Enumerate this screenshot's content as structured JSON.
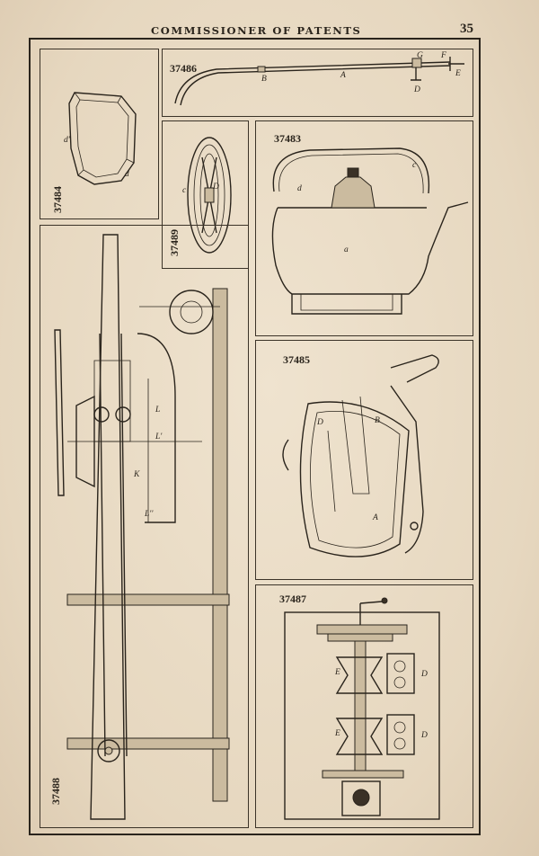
{
  "header": {
    "running_head": "COMMISSIONER OF PATENTS",
    "page_number": "35"
  },
  "panels": {
    "p37484": {
      "number": "37484",
      "labels": {
        "d_prime": "d'",
        "d": "d"
      }
    },
    "p37486": {
      "number": "37486",
      "labels": {
        "G": "G",
        "F": "F",
        "E": "E",
        "B": "B",
        "A": "A",
        "D": "D"
      }
    },
    "p37489": {
      "number": "37489",
      "labels": {
        "c": "c",
        "D": "D"
      }
    },
    "p37483": {
      "number": "37483",
      "labels": {
        "c": "c",
        "d": "d",
        "a": "a"
      }
    },
    "p37488": {
      "number": "37488",
      "labels": {
        "L": "L",
        "L_prime": "L'",
        "K": "K",
        "L_double": "L''"
      }
    },
    "p37485": {
      "number": "37485",
      "labels": {
        "D": "D",
        "B": "B",
        "A": "A"
      }
    },
    "p37487": {
      "number": "37487",
      "labels": {
        "E1": "E",
        "D1": "D",
        "E2": "E",
        "D2": "D"
      }
    }
  }
}
